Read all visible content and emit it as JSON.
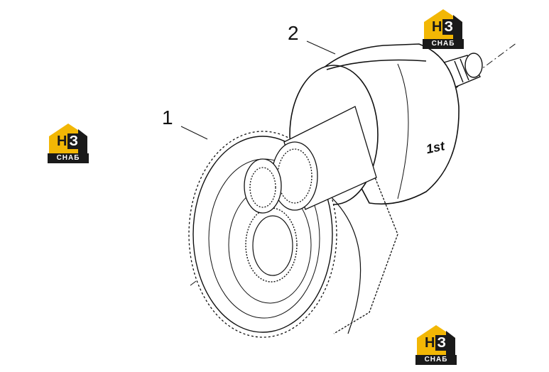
{
  "callouts": {
    "part_1": "1",
    "part_2": "2"
  },
  "drum_marking": "1st",
  "watermark": {
    "letters_left": "Н",
    "letters_right": "З",
    "subtitle": "СНАБ",
    "colors": {
      "roof": "#f2b705",
      "dark": "#1a1a1a"
    }
  },
  "colors": {
    "line": "#111111",
    "background": "#ffffff"
  }
}
